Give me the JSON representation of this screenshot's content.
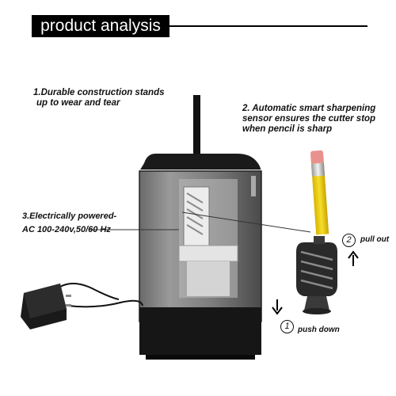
{
  "header": {
    "title": "product analysis"
  },
  "callouts": {
    "durable": {
      "line1": "1.Durable construction stands",
      "line2": "up to wear and tear"
    },
    "smart": {
      "line1": "2. Automatic smart sharpening",
      "line2": "sensor ensures the cutter stop",
      "line3": "when pencil is sharp"
    },
    "power": {
      "line1": "3.Electrically powered-",
      "line2": "AC 100-240v,50/60 Hz"
    }
  },
  "steps": {
    "pull": {
      "number": "2",
      "label": "pull out"
    },
    "push": {
      "number": "1",
      "label": "push down"
    }
  },
  "colors": {
    "banner": "#000000",
    "body": "#3a3a3a",
    "pencil": "#f2d21c",
    "eraser": "#e8918f"
  },
  "icons": [
    "up-arrow-icon",
    "down-arrow-icon"
  ]
}
